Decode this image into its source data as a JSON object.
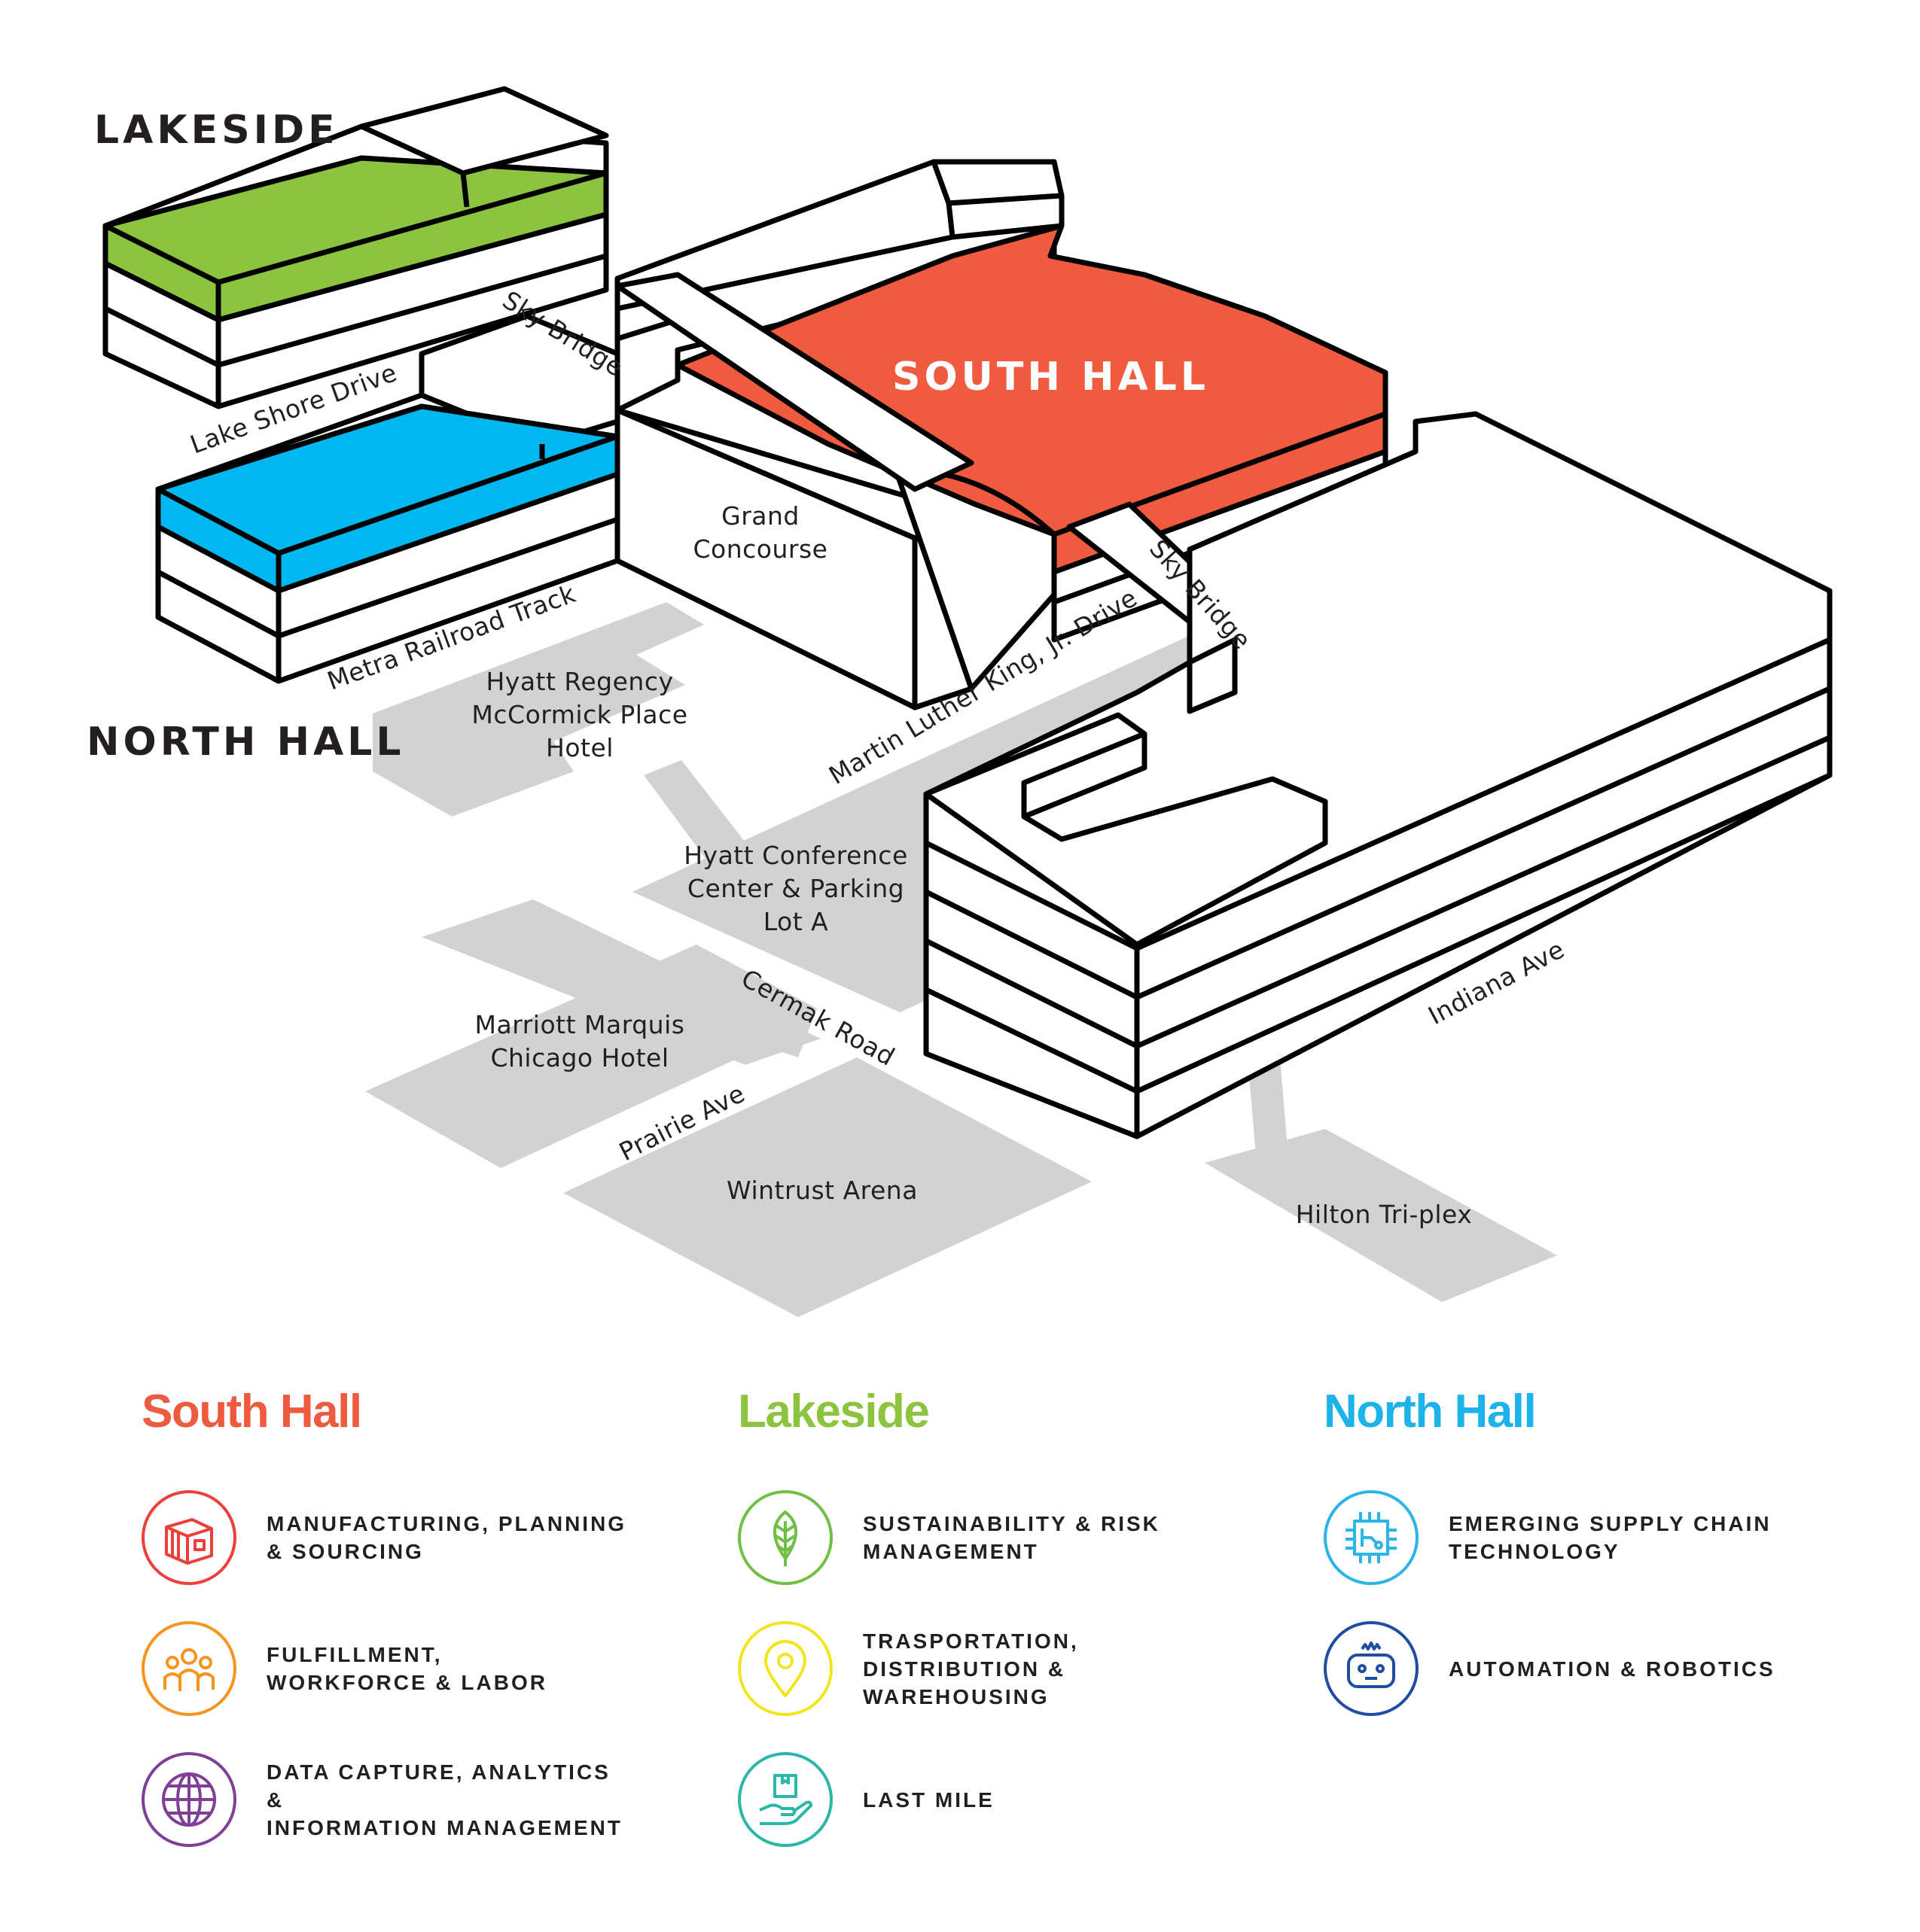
{
  "map": {
    "hall_labels": {
      "lakeside": "LAKESIDE",
      "north_hall": "NORTH HALL",
      "south_hall": "SOUTH HALL"
    },
    "roads": {
      "sky_bridge_north": "Sky Bridge",
      "sky_bridge_south": "Sky Bridge",
      "lake_shore_drive": "Lake Shore Drive",
      "metra_railroad": "Metra Railroad Track",
      "mlk_drive": "Martin Luther King, Jr. Drive",
      "cermak_road": "Cermak Road",
      "prairie_ave": "Prairie Ave",
      "indiana_ave": "Indiana Ave"
    },
    "places": {
      "grand_concourse": [
        "Grand",
        "Concourse"
      ],
      "hyatt_regency": [
        "Hyatt Regency",
        "McCormick Place",
        "Hotel"
      ],
      "hyatt_conference": [
        "Hyatt Conference",
        "Center & Parking",
        "Lot A"
      ],
      "marriott": [
        "Marriott Marquis",
        "Chicago Hotel"
      ],
      "wintrust": "Wintrust Arena",
      "hilton": "Hilton Tri-plex"
    },
    "colors": {
      "south_hall": "#f05a3e",
      "lakeside": "#8cc43f",
      "north_hall": "#00b7ef",
      "grey_area": "#d1d2d4"
    }
  },
  "legend": {
    "south_hall": {
      "title": "South Hall",
      "color": "#ee5a3e",
      "items": [
        {
          "icon": "box-icon",
          "color": "#ee3f3a",
          "label": "MANUFACTURING, PLANNING\n& SOURCING"
        },
        {
          "icon": "people-icon",
          "color": "#f7941d",
          "label": "FULFILLMENT,\nWORKFORCE & LABOR"
        },
        {
          "icon": "globe-icon",
          "color": "#7f3f98",
          "label": "DATA CAPTURE, ANALYTICS &\nINFORMATION MANAGEMENT"
        }
      ]
    },
    "lakeside": {
      "title": "Lakeside",
      "color": "#8cc43f",
      "items": [
        {
          "icon": "leaf-icon",
          "color": "#71bf44",
          "label": "SUSTAINABILITY & RISK\nMANAGEMENT"
        },
        {
          "icon": "map-pin-icon",
          "color": "#f2e51c",
          "label": "TRASPORTATION,\nDISTRIBUTION &\nWAREHOUSING"
        },
        {
          "icon": "hand-package-icon",
          "color": "#2bb7a6",
          "label": "LAST MILE"
        }
      ]
    },
    "north_hall": {
      "title": "North Hall",
      "color": "#1bb3e9",
      "items": [
        {
          "icon": "circuit-chip-icon",
          "color": "#2ab4ea",
          "label": "EMERGING SUPPLY CHAIN\nTECHNOLOGY"
        },
        {
          "icon": "robot-icon",
          "color": "#1e4da2",
          "label": "AUTOMATION & ROBOTICS"
        }
      ]
    }
  }
}
